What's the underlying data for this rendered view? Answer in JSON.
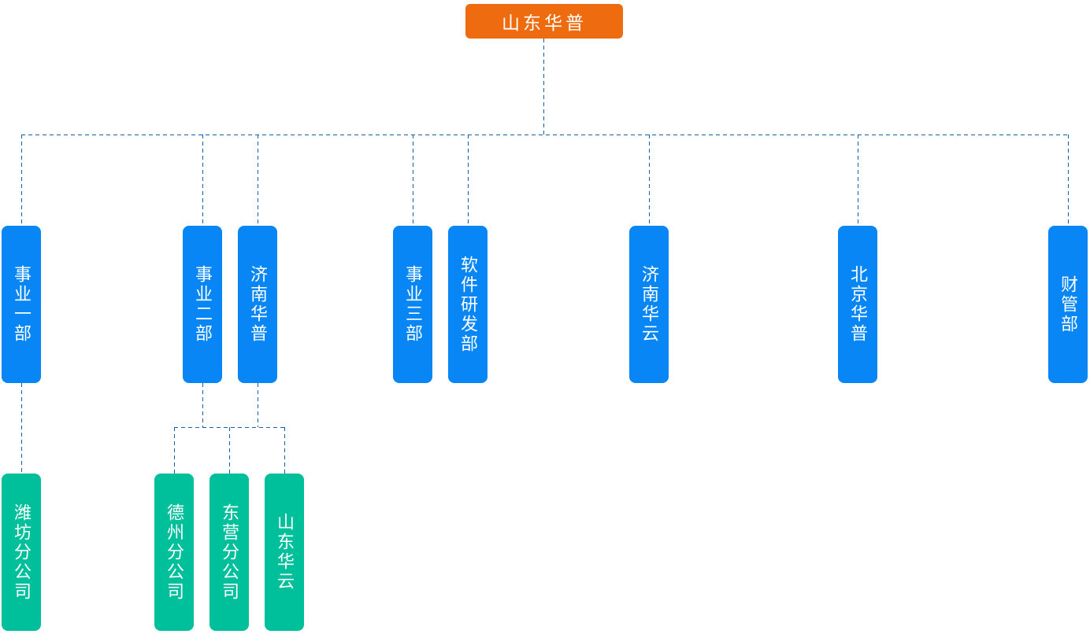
{
  "diagram": {
    "type": "org-chart",
    "root": {
      "label": "山东华普"
    },
    "departments": [
      {
        "label": "事业一部"
      },
      {
        "label": "事业二部"
      },
      {
        "label": "济南华普"
      },
      {
        "label": "事业三部"
      },
      {
        "label": "软件研发部"
      },
      {
        "label": "济南华云"
      },
      {
        "label": "北京华普"
      },
      {
        "label": "财管部"
      }
    ],
    "branches": [
      {
        "label": "潍坊分公司",
        "connected_to": [
          "事业一部"
        ]
      },
      {
        "label": "德州分公司",
        "connected_to": [
          "事业二部",
          "济南华普"
        ]
      },
      {
        "label": "东营分公司",
        "connected_to": [
          "事业二部",
          "济南华普"
        ]
      },
      {
        "label": "山东华云",
        "connected_to": [
          "事业二部",
          "济南华普"
        ]
      }
    ]
  },
  "colors": {
    "root_node": "#ee6c0f",
    "department_node": "#0986f5",
    "branch_node": "#00bf9b",
    "connector": "#1660a7",
    "node_text": "#ffffff",
    "background": "#ffffff"
  }
}
